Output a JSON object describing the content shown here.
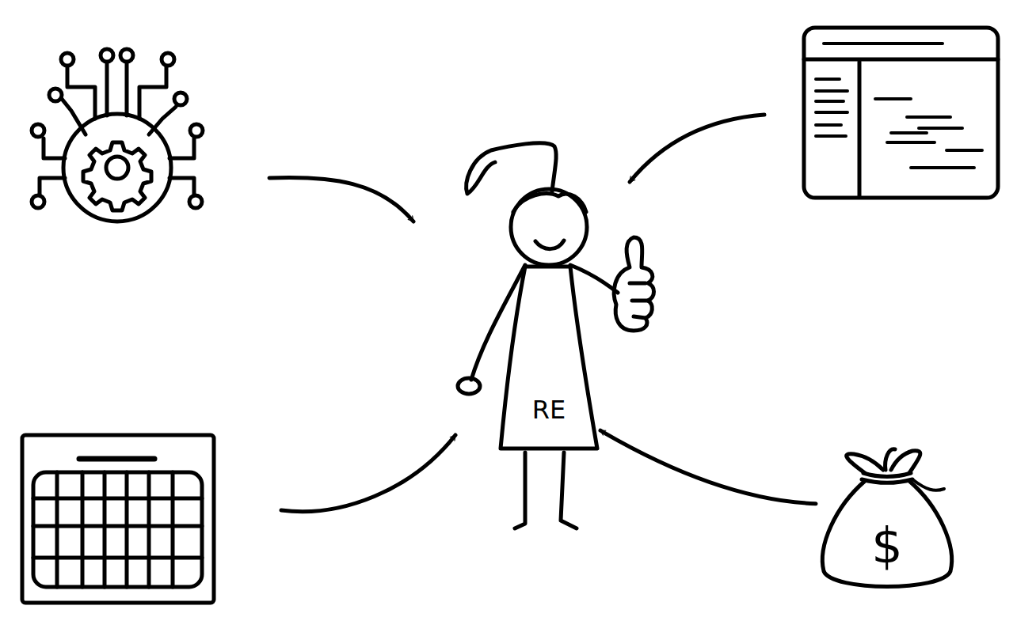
{
  "diagram": {
    "nodes": [
      {
        "text": [
          "RE"
        ]
      },
      {
        "text": [
          "$"
        ]
      }
    ],
    "edges": [
      {
        "from": 1,
        "to": 0,
        "arrow": "to"
      }
    ]
  }
}
